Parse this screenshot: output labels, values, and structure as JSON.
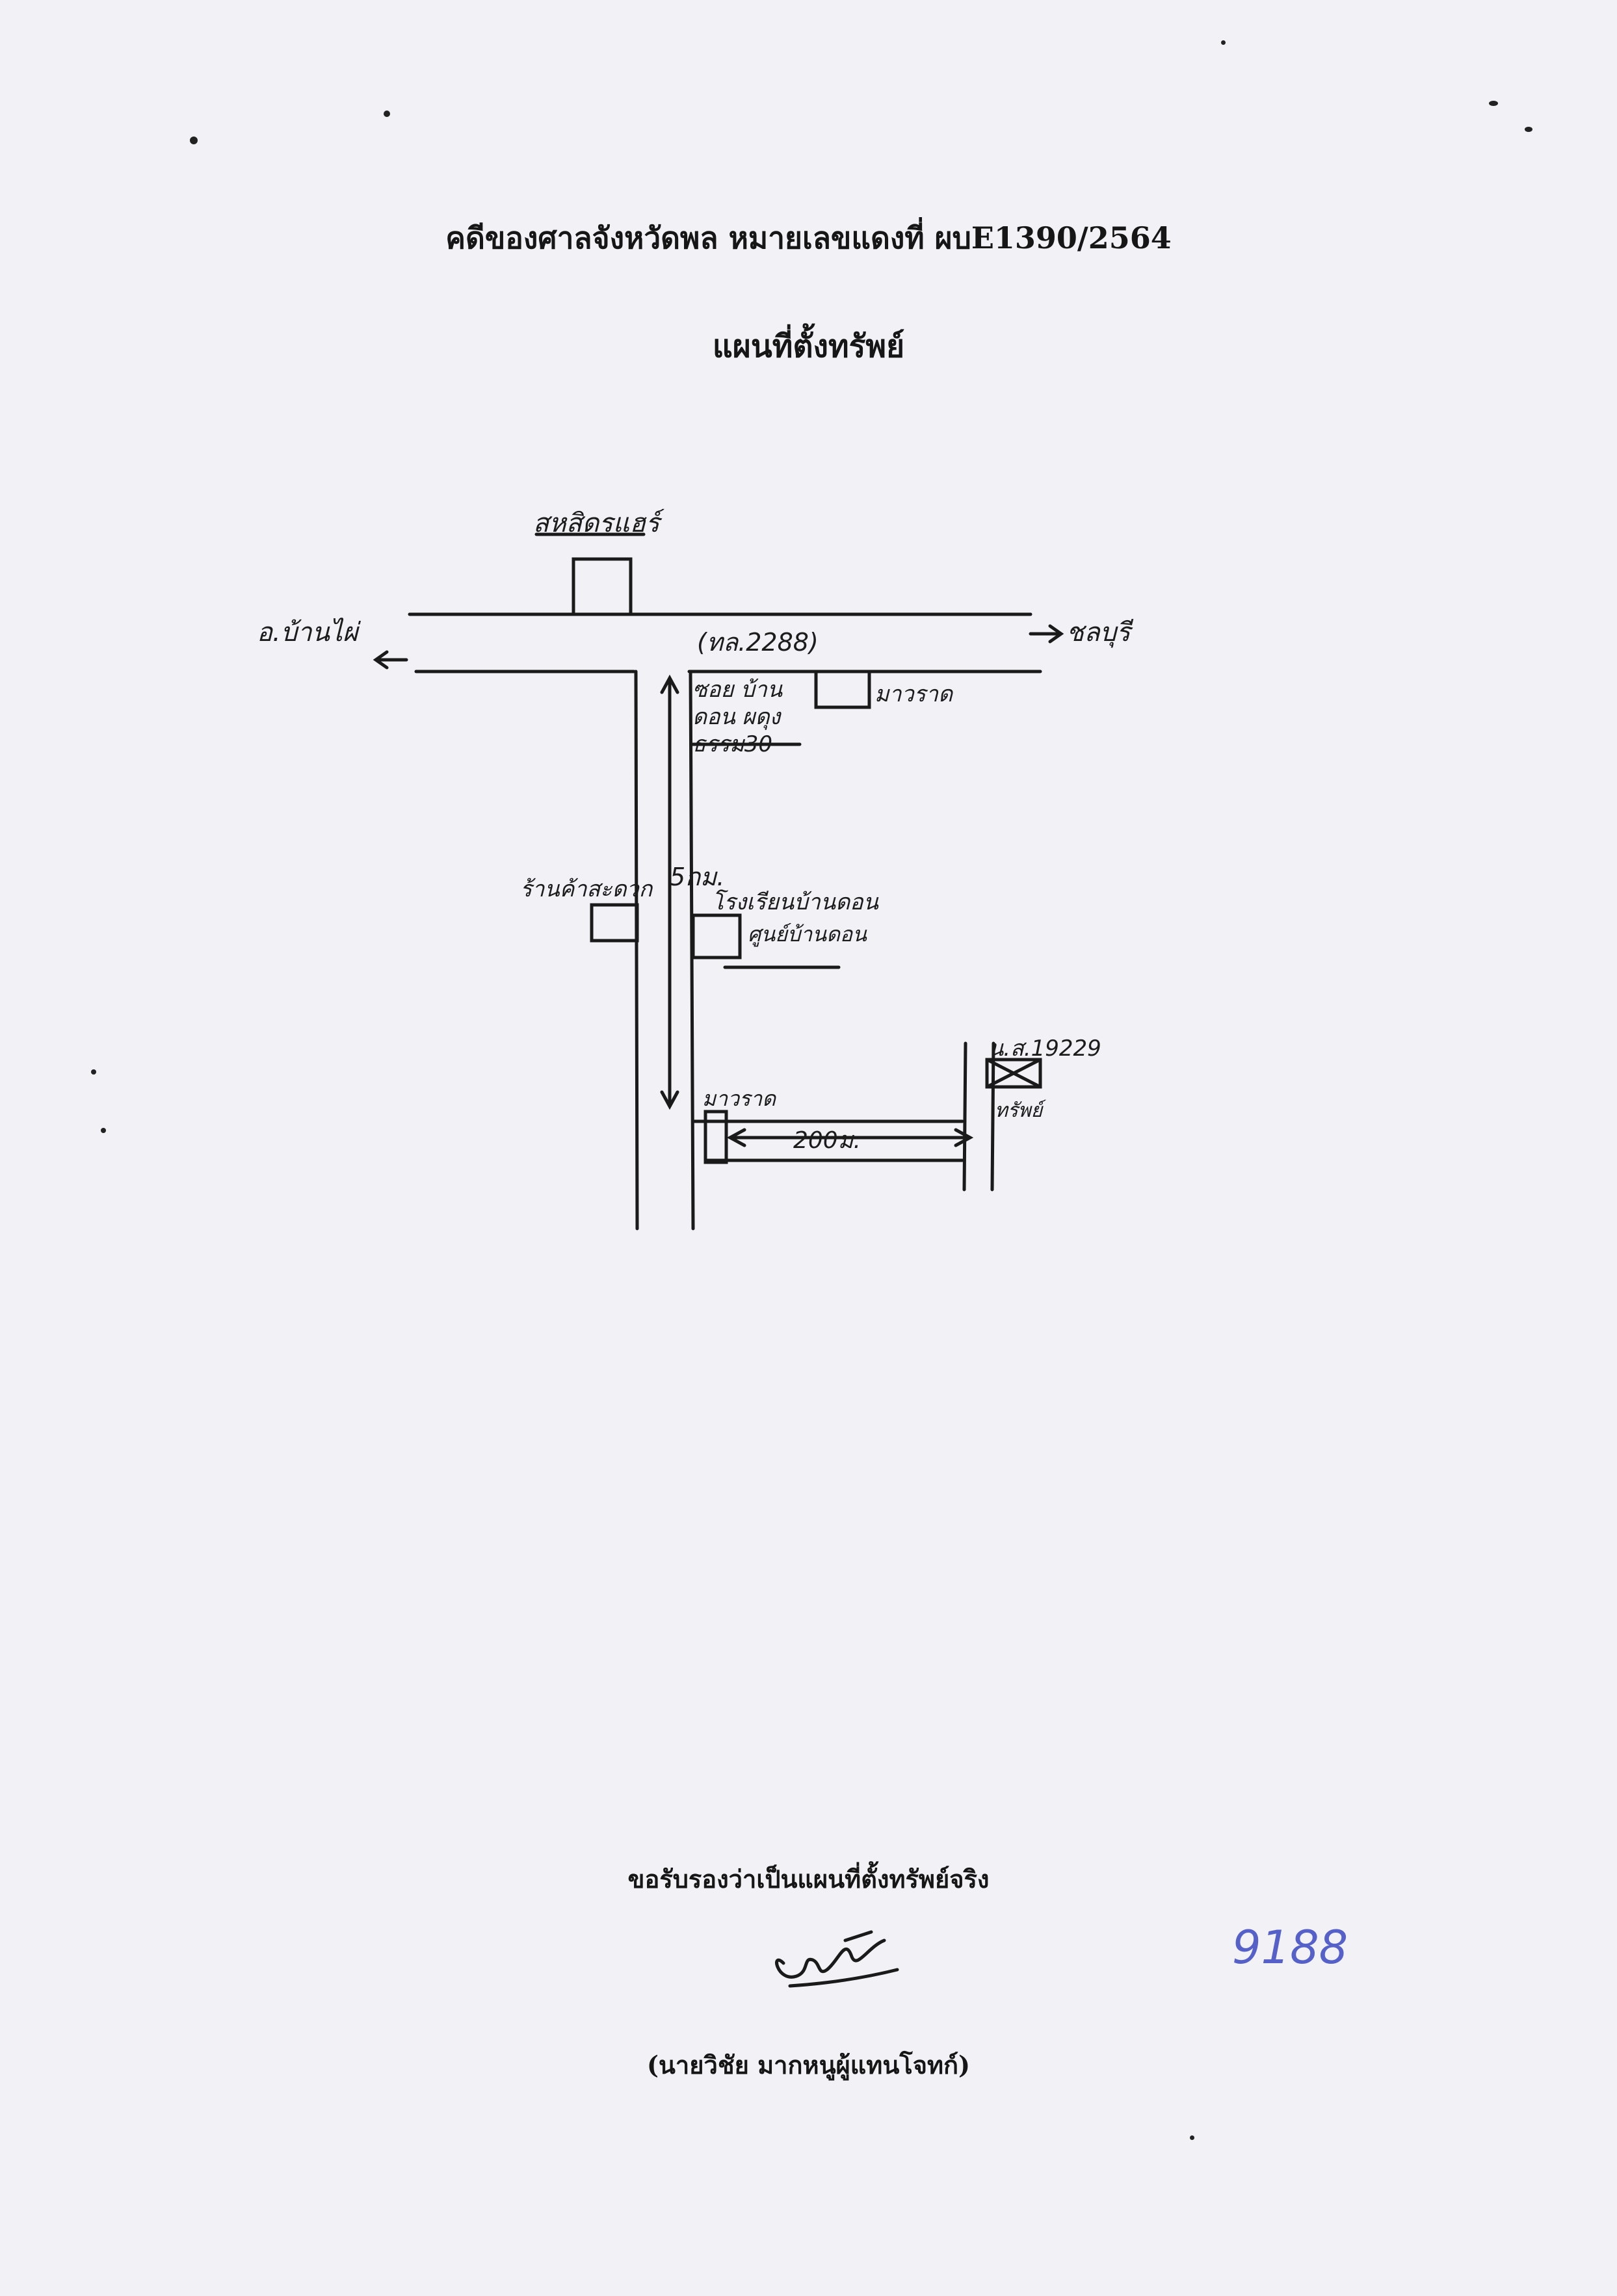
{
  "document": {
    "case_title": "คดีของศาลจังหวัดพล หมายเลขแดงที่ ผบE1390/2564",
    "map_title": "แผนที่ตั้งทรัพย์",
    "certify_text": "ขอรับรองว่าเป็นแผนที่ตั้งทรัพย์จริง",
    "signer_name": "(นายวิชัย มากหนูผู้แทนโจทก์)",
    "margin_note": "9188"
  },
  "map": {
    "labels": {
      "store": "สหสิดรแฮร์",
      "from_district": "อ.บ้านไผ่",
      "to_city": "ชลบุรี",
      "highway": "(ทล.2288)",
      "water_store": "มาวราด",
      "soi": "ซอย บ้านดอน ผดุงธรรม30",
      "distance_side": "5กม.",
      "left_shop": "ร้านค้าสะดวก",
      "school": "โรงเรียนบ้านดอน",
      "village_office": "ศูนย์บ้านดอน",
      "lot_number": "น.ส.19229",
      "owner_tag": "ทรัพย์",
      "distance_bottom": "200ม."
    },
    "stroke_color": "#1a1a1a"
  }
}
